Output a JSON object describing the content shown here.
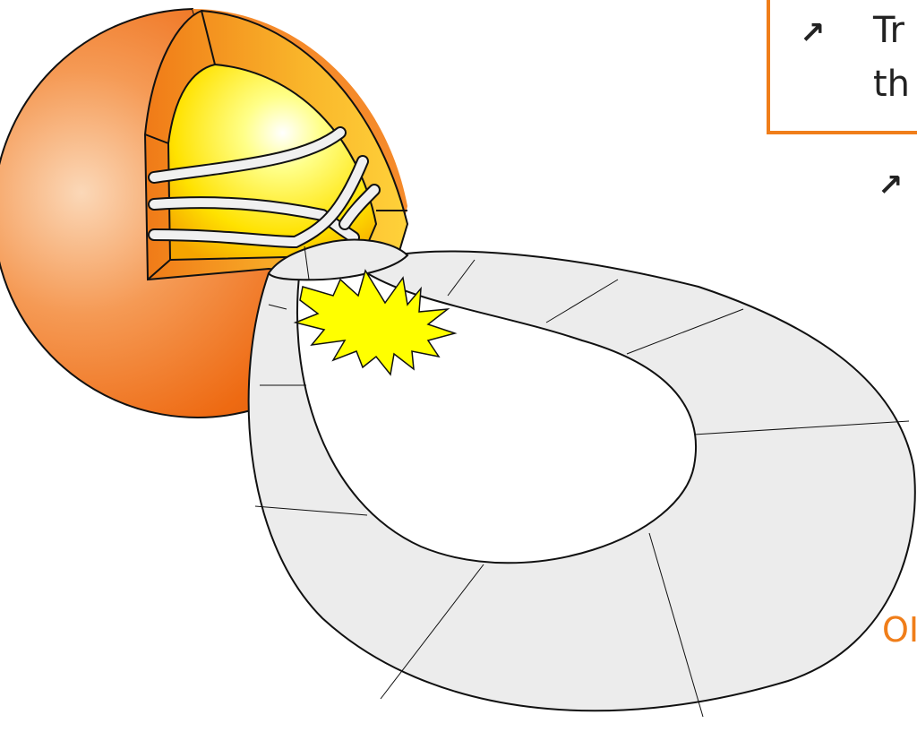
{
  "callout": {
    "line1": "Tr",
    "line2": "th"
  },
  "bullet_icon": "north-east-arrow",
  "orange_text": "OI",
  "colors": {
    "star_outer": "#f07e1a",
    "star_core": "#ffff33",
    "loop_fill": "#ececec",
    "outline": "#111111",
    "callout_border": "#f07e1a",
    "orange_text": "#f07e1a",
    "flare": "#ffff00"
  }
}
